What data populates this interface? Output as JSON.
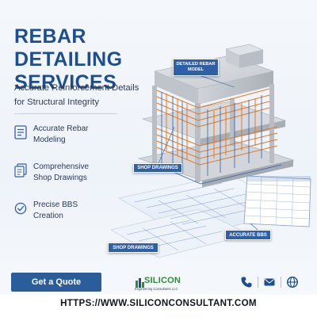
{
  "headline": {
    "line1": "REBAR DETAILING",
    "line2": "SERVICES"
  },
  "subtitle": {
    "line1": "Accurate Reinforcement Details",
    "line2": "for Structural Integrity"
  },
  "features": [
    {
      "icon": "document-list-icon",
      "line1": "Accurate Rebar",
      "line2": "Modeling"
    },
    {
      "icon": "drawing-sheet-icon",
      "line1": "Comprehensive",
      "line2": "Shop Drawings"
    },
    {
      "icon": "check-circle-icon",
      "line1": "Precise BBS",
      "line2": "Creation"
    }
  ],
  "illustration": {
    "tag_model_line1": "DETAILED REBAR",
    "tag_model_line2": "MODEL",
    "tag_shop_drawings": "SHOP DRAWINGS",
    "tag_shop_drawings_2": "SHOP DRAWINGS",
    "tag_bbs": "ACCURATE BBS"
  },
  "cta": {
    "label": "Get a Quote"
  },
  "logo": {
    "brand": "SILICON",
    "tagline": "Engineering Consultants LLC"
  },
  "contact": {
    "icons": [
      "phone-icon",
      "mail-icon",
      "globe-icon"
    ]
  },
  "website": "HTTPS://WWW.SILICONCONSULTANT.COM",
  "colors": {
    "primary_blue": "#1d4e8f",
    "button_blue": "#2b5d9c",
    "rebar_orange": "#e07a2a",
    "brand_green": "#2d8a3a"
  }
}
